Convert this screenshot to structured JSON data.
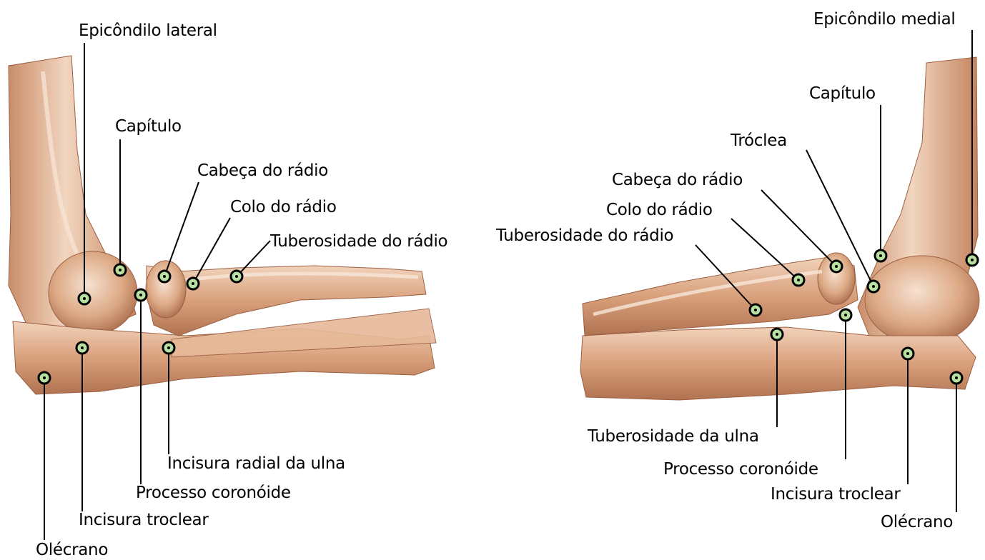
{
  "lateral_view": {
    "labels": {
      "epicondilo_lateral": "Epicôndilo lateral",
      "capitulo": "Capítulo",
      "cabeca_do_radio": "Cabeça do rádio",
      "colo_do_radio": "Colo do rádio",
      "tuberosidade_do_radio": "Tuberosidade do rádio",
      "incisura_radial_da_ulna": "Incisura radial da ulna",
      "processo_coronoide": "Processo coronóide",
      "incisura_troclear": "Incisura troclear",
      "olecrano": "Olécrano"
    }
  },
  "medial_view": {
    "labels": {
      "epicondilo_medial": "Epicôndilo medial",
      "capitulo": "Capítulo",
      "troclea": "Tróclea",
      "cabeca_do_radio": "Cabeça do rádio",
      "colo_do_radio": "Colo do rádio",
      "tuberosidade_do_radio": "Tuberosidade do rádio",
      "tuberosidade_da_ulna": "Tuberosidade da ulna",
      "processo_coronoide": "Processo coronóide",
      "incisura_troclear": "Incisura troclear",
      "olecrano": "Olécrano"
    }
  },
  "colors": {
    "bone_base": "#d9a27e",
    "bone_light": "#f3d8c2",
    "bone_dark": "#a8684a",
    "marker_fill": "#b8e0a0",
    "line": "#000000"
  }
}
